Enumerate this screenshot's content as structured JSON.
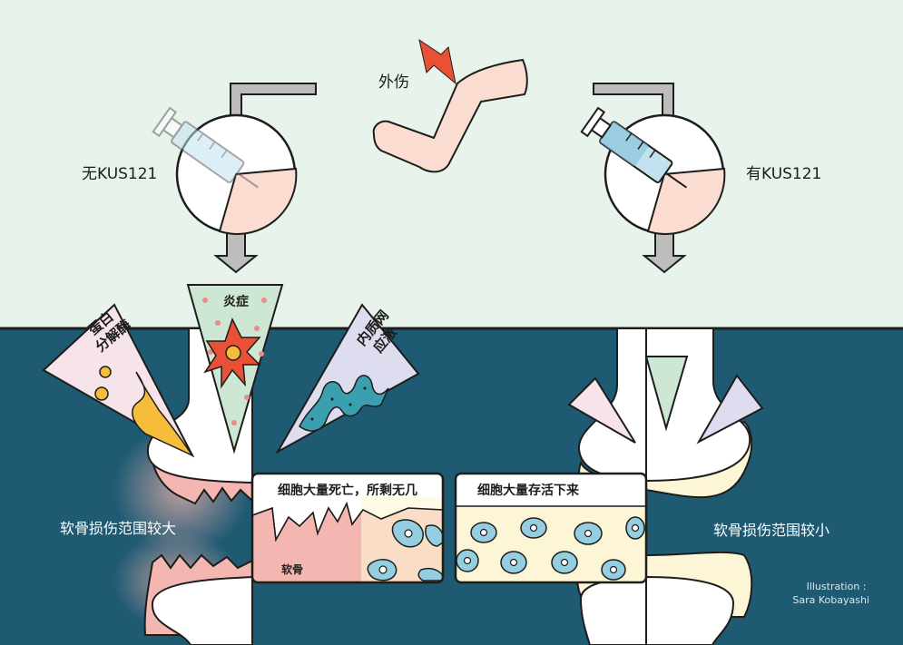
{
  "labels": {
    "trauma": "外伤",
    "without_kus": "无KUS121",
    "with_kus": "有KUS121",
    "inflammation": "炎症",
    "protease_line1": "蛋白",
    "protease_line2": "分解酶",
    "er_stress_line1": "内质网",
    "er_stress_line2": "应激",
    "cells_die": "细胞大量死亡，所剩无几",
    "cells_survive": "细胞大量存活下来",
    "cartilage": "软骨",
    "damage_large": "软骨损伤范围较大",
    "damage_small": "软骨损伤范围较小",
    "credit_line1": "Illustration :",
    "credit_line2": "Sara Kobayashi"
  },
  "colors": {
    "top_background": "#e8f3ec",
    "bottom_background": "#1f5a73",
    "outline": "#1d1d1b",
    "cartilage_pink": "#f3b6b0",
    "cartilage_cream": "#fdf6d6",
    "protease_fill": "#f7e4ea",
    "protease_yellow": "#f6bd3a",
    "inflammation_fill": "#cde7d4",
    "inflammation_red": "#ea5036",
    "er_fill": "#dedcef",
    "er_teal": "#3a9fae",
    "cell_blue": "#94cee0",
    "syringe_blue": "#c2e2ef",
    "bolt_red": "#ea5036",
    "leg_pink": "#fbdcd1"
  },
  "icons": [
    "lightning-bolt-icon",
    "syringe-icon",
    "arrow-down-icon",
    "cell-icon"
  ]
}
